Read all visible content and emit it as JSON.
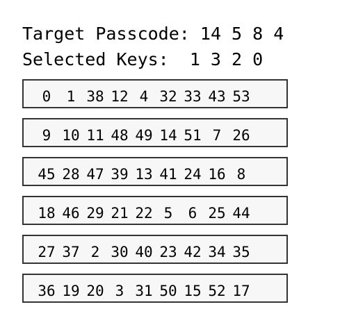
{
  "header": {
    "target_label": "Target Passcode:",
    "target_value": "14 5 8 4",
    "selected_label": "Selected Keys:",
    "selected_value": "1 3 2 0"
  },
  "keypad": {
    "rows": [
      [
        "0",
        "1",
        "38",
        "12",
        "4",
        "32",
        "33",
        "43",
        "53"
      ],
      [
        "9",
        "10",
        "11",
        "48",
        "49",
        "14",
        "51",
        "7",
        "26"
      ],
      [
        "45",
        "28",
        "47",
        "39",
        "13",
        "41",
        "24",
        "16",
        "8"
      ],
      [
        "18",
        "46",
        "29",
        "21",
        "22",
        "5",
        "6",
        "25",
        "44"
      ],
      [
        "27",
        "37",
        "2",
        "30",
        "40",
        "23",
        "42",
        "34",
        "35"
      ],
      [
        "36",
        "19",
        "20",
        "3",
        "31",
        "50",
        "15",
        "52",
        "17"
      ]
    ]
  }
}
